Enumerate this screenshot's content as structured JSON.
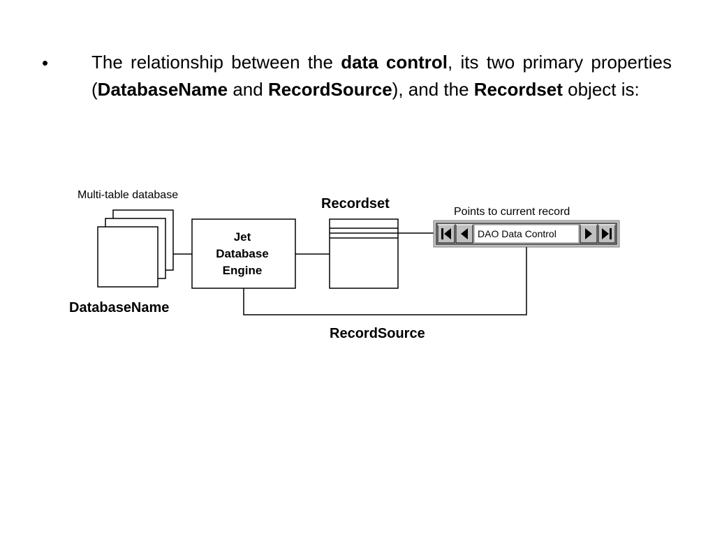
{
  "slide": {
    "bullet": "•",
    "text": {
      "t1": "The relationship between the ",
      "b1": "data control",
      "t2": ", its two primary properties (",
      "b2": "DatabaseName",
      "t3": " and ",
      "b3": "RecordSource",
      "t4": "), and the ",
      "b4": "Recordset",
      "t5": " object is:"
    }
  },
  "diagram": {
    "multi_table_label": "Multi-table database",
    "database_name_label": "DatabaseName",
    "engine_lines": [
      "Jet",
      "Database",
      "Engine"
    ],
    "recordset_label": "Recordset",
    "points_to_label": "Points to current record",
    "data_control_caption": "DAO Data Control",
    "record_source_label": "RecordSource",
    "icons": [
      "first-record-icon",
      "previous-record-icon",
      "next-record-icon",
      "last-record-icon"
    ]
  }
}
